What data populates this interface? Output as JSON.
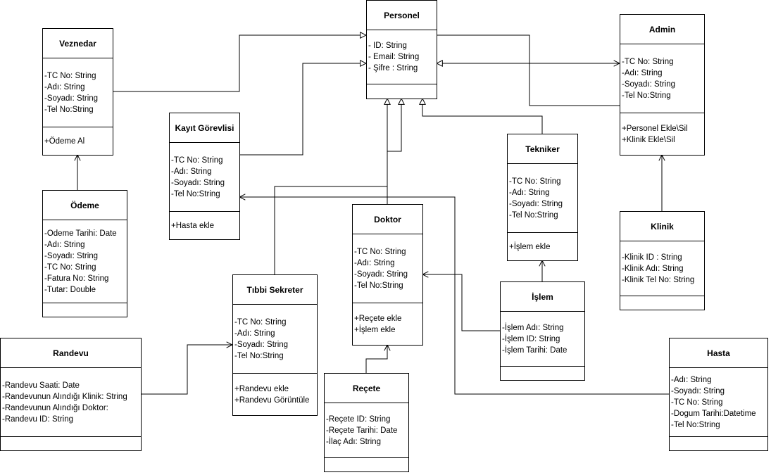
{
  "classes": {
    "personel": {
      "title": "Personel",
      "attributes": [
        "- ID: String",
        "- Email: String",
        "- Şifre : String"
      ],
      "operations": []
    },
    "veznedar": {
      "title": "Veznedar",
      "attributes": [
        "-TC No: String",
        "-Adı: String",
        "-Soyadı: String",
        "-Tel No:String"
      ],
      "operations": [
        "+Ödeme Al"
      ]
    },
    "admin": {
      "title": "Admin",
      "attributes": [
        "-TC No: String",
        "-Adı: String",
        "-Soyadı: String",
        "-Tel No:String"
      ],
      "operations": [
        "+Personel Ekle\\Sil",
        "+Klinik Ekle\\Sil"
      ]
    },
    "kayit_gorevlisi": {
      "title": "Kayıt Görevlisi",
      "attributes": [
        "-TC No: String",
        "-Adı: String",
        "-Soyadı: String",
        "-Tel No:String"
      ],
      "operations": [
        "+Hasta ekle"
      ]
    },
    "tekniker": {
      "title": "Tekniker",
      "attributes": [
        "-TC No: String",
        "-Adı: String",
        "-Soyadı: String",
        "-Tel No:String"
      ],
      "operations": [
        "+İşlem ekle"
      ]
    },
    "odeme": {
      "title": "Ödeme",
      "attributes": [
        "-Odeme Tarihi: Date",
        "-Adı: String",
        "-Soyadı: String",
        "-TC No: String",
        "-Fatura No: String",
        "-Tutar: Double"
      ],
      "operations": []
    },
    "doktor": {
      "title": "Doktor",
      "attributes": [
        "-TC No: String",
        "-Adı: String",
        "-Soyadı: String",
        "-Tel No:String"
      ],
      "operations": [
        "+Reçete ekle",
        "+İşlem ekle"
      ]
    },
    "klinik": {
      "title": "Klinik",
      "attributes": [
        "-Klinik ID : String",
        "-Klinik Adı: String",
        "-Klinik Tel No: String"
      ],
      "operations": []
    },
    "islem": {
      "title": "İşlem",
      "attributes": [
        "-İşlem Adı: String",
        "-İşlem ID: String",
        "-İşlem Tarihi: Date"
      ],
      "operations": []
    },
    "tibbi_sekreter": {
      "title": "Tıbbi Sekreter",
      "attributes": [
        "-TC No: String",
        "-Adı: String",
        "-Soyadı: String",
        "-Tel No:String"
      ],
      "operations": [
        "+Randevu ekle",
        "+Randevu Görüntüle"
      ]
    },
    "randevu": {
      "title": "Randevu",
      "attributes": [
        "-Randevu Saati: Date",
        "-Randevunun Alındığı Klinik: String",
        "-Randevunun Alındığı Doktor:",
        "-Randevu ID: String"
      ],
      "operations": []
    },
    "recete": {
      "title": "Reçete",
      "attributes": [
        "-Reçete ID: String",
        "-Reçete Tarihi: Date",
        "-İlaç Adı: String"
      ],
      "operations": []
    },
    "hasta": {
      "title": "Hasta",
      "attributes": [
        "-Adı: String",
        "-Soyadı: String",
        "-TC No: String",
        "-Dogum Tarihi:Datetime",
        "-Tel No:String"
      ],
      "operations": []
    }
  },
  "relationships": [
    {
      "from": "veznedar",
      "to": "personel",
      "type": "generalization"
    },
    {
      "from": "kayit_gorevlisi",
      "to": "personel",
      "type": "generalization"
    },
    {
      "from": "admin",
      "to": "personel",
      "type": "generalization"
    },
    {
      "from": "tibbi_sekreter",
      "to": "personel",
      "type": "generalization"
    },
    {
      "from": "doktor",
      "to": "personel",
      "type": "generalization"
    },
    {
      "from": "tekniker",
      "to": "personel",
      "type": "generalization"
    },
    {
      "from": "personel",
      "to": "admin",
      "type": "association"
    },
    {
      "from": "odeme",
      "to": "veznedar",
      "type": "association"
    },
    {
      "from": "klinik",
      "to": "admin",
      "type": "association"
    },
    {
      "from": "islem",
      "to": "tekniker",
      "type": "association"
    },
    {
      "from": "islem",
      "to": "doktor",
      "type": "association"
    },
    {
      "from": "recete",
      "to": "doktor",
      "type": "association"
    },
    {
      "from": "randevu",
      "to": "tibbi_sekreter",
      "type": "association"
    },
    {
      "from": "hasta",
      "to": "kayit_gorevlisi",
      "type": "association"
    }
  ]
}
